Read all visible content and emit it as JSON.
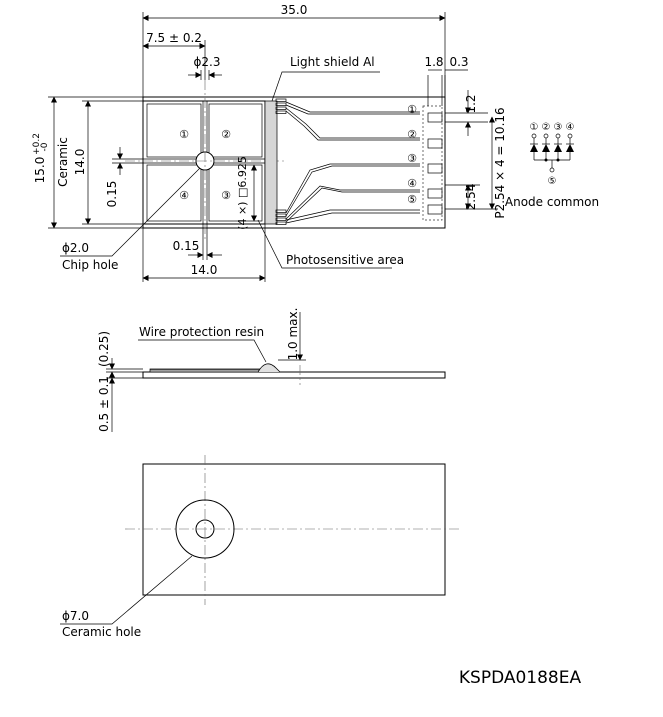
{
  "dimensions": {
    "overall_length": "35.0",
    "offset_center": "7.5 ± 0.2",
    "hole_dia_top": "ϕ2.3",
    "pad_width": "1.8",
    "pad_margin": "0.3",
    "pad_top": "1.2",
    "pitch": "P2.54 × 4 = 10.16",
    "pad_bottom": "2.54",
    "ceramic_height_main": "15.0",
    "tol_upper": "+0.2",
    "tol_lower": "-0",
    "ceramic_word": "Ceramic",
    "sensor_height": "14.0",
    "gap_vertical": "0.15",
    "element_size": "(4 ×) □6.925",
    "gap_horizontal": "0.15",
    "sensor_width": "14.0",
    "chip_hole_dia": "ϕ2.0",
    "resin_height": "(0.25)",
    "resin_max": "1.0 max.",
    "thickness": "0.5 ± 0.1",
    "ceramic_hole_dia": "ϕ7.0"
  },
  "labels": {
    "light_shield": "Light shield Al",
    "photosensitive": "Photosensitive area",
    "chip_hole": "Chip hole",
    "wire_resin": "Wire protection resin",
    "ceramic_hole": "Ceramic hole",
    "anode_common": "Anode common"
  },
  "quadrants": [
    "①",
    "②",
    "③",
    "④"
  ],
  "pins": [
    "①",
    "②",
    "③",
    "④",
    "⑤"
  ],
  "schematic": {
    "diodes": [
      "①",
      "②",
      "③",
      "④"
    ],
    "common": "⑤"
  },
  "drawing_code": "KSPDA0188EA"
}
